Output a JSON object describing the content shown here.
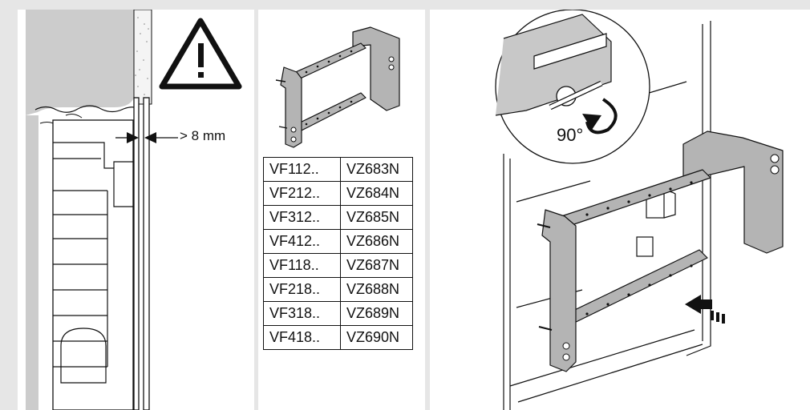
{
  "clearance": {
    "label": "> 8 mm",
    "icon": "warning-triangle-icon"
  },
  "model_table": {
    "rows": [
      [
        "VF112..",
        "VZ683N"
      ],
      [
        "VF212..",
        "VZ684N"
      ],
      [
        "VF312..",
        "VZ685N"
      ],
      [
        "VF412..",
        "VZ686N"
      ],
      [
        "VF118..",
        "VZ687N"
      ],
      [
        "VF218..",
        "VZ688N"
      ],
      [
        "VF318..",
        "VZ689N"
      ],
      [
        "VF418..",
        "VZ690N"
      ]
    ]
  },
  "mounting": {
    "rotation_label": "90°"
  },
  "colors": {
    "background": "#e6e6e6",
    "panel": "#ffffff",
    "wall_grey": "#cccccc",
    "part_grey": "#b4b4b4",
    "line": "#111111"
  }
}
